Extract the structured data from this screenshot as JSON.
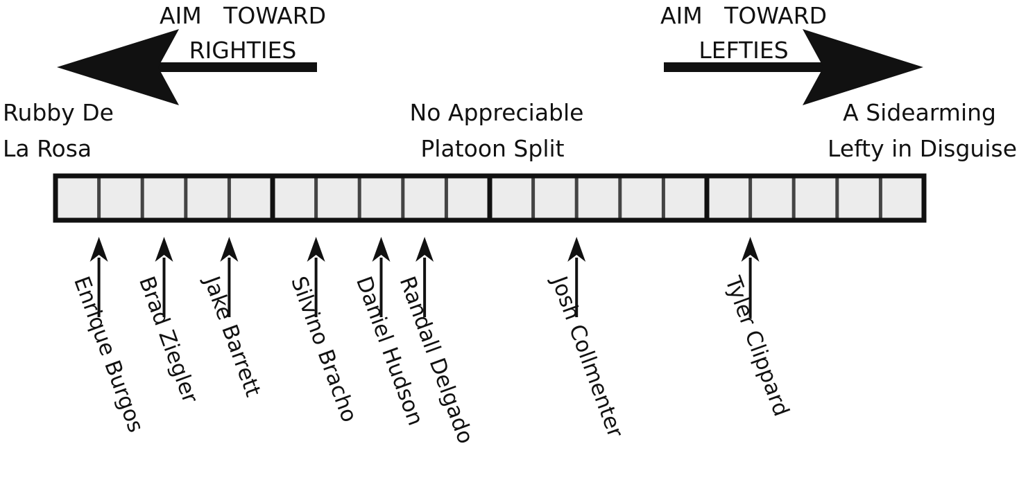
{
  "left_direction": {
    "line1": "AIM   TOWARD",
    "line2": "RIGHTIES"
  },
  "right_direction": {
    "line1": "AIM   TOWARD",
    "line2": "LEFTIES"
  },
  "left_end": {
    "line1": "Rubby De",
    "line2": "La Rosa"
  },
  "center": {
    "line1": "No Appreciable",
    "line2": "Platoon Split"
  },
  "right_end": {
    "line1": "A Sidearming",
    "line2": "Lefty in Disguise"
  },
  "scale": {
    "cell_count": 20,
    "cells_per_group": 5
  },
  "pitchers": [
    {
      "name": "Enrique Burgos",
      "cell": 1
    },
    {
      "name": "Brad Ziegler",
      "cell": 2.5
    },
    {
      "name": "Jake Barrett",
      "cell": 4
    },
    {
      "name": "Silvino Bracho",
      "cell": 6
    },
    {
      "name": "Daniel Hudson",
      "cell": 7.5
    },
    {
      "name": "Randall Delgado",
      "cell": 8.5
    },
    {
      "name": "Josh Collmenter",
      "cell": 12
    },
    {
      "name": "Tyler Clippard",
      "cell": 16
    }
  ],
  "colors": {
    "ink": "#111111",
    "cell_fill": "#ececec",
    "minor_divider": "#444444"
  }
}
